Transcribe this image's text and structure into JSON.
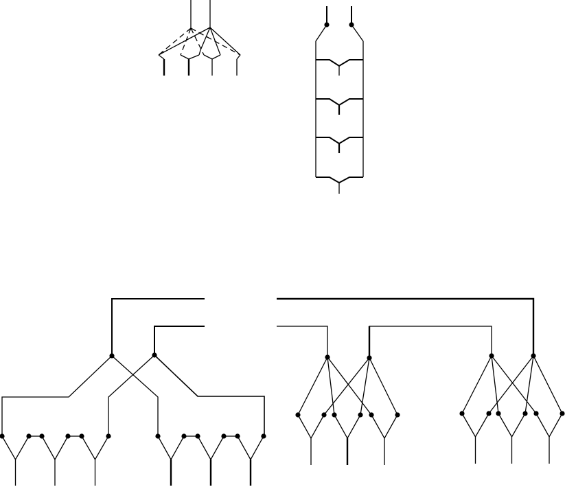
{
  "diagram": {
    "stroke_color": "#000000",
    "background_color": "#ffffff",
    "figures": [
      "crossing-network",
      "ladder-network",
      "two-level-tree-network",
      "bipartite-network"
    ]
  }
}
